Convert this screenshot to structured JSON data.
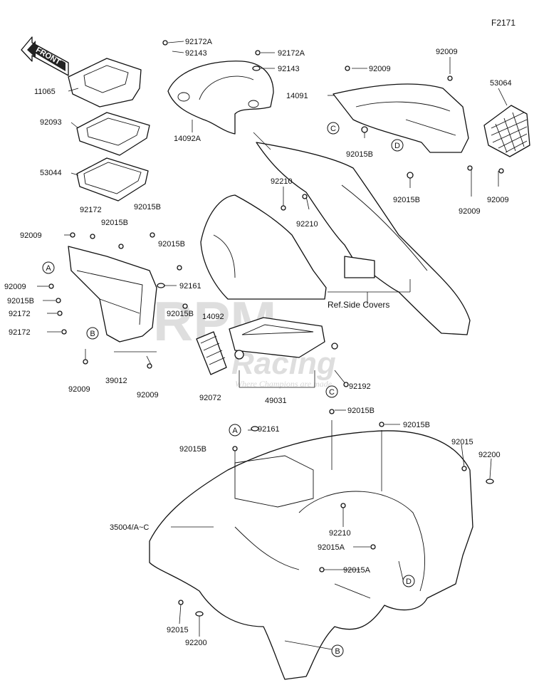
{
  "diagram_code": "F2171",
  "front_label": "FRONT",
  "ref_note": "Ref.Side Covers",
  "watermark": {
    "line1": "RPM",
    "line2": "Racing",
    "tagline": "Where Champions are made"
  },
  "callouts": {
    "a": "A",
    "b": "B",
    "c": "C",
    "d": "D"
  },
  "parts": {
    "p11065": "11065",
    "p92093": "92093",
    "p53044": "53044",
    "p92172A_1": "92172A",
    "p92143_1": "92143",
    "p92172A_2": "92172A",
    "p92143_2": "92143",
    "p14092A": "14092A",
    "p92009_top1": "92009",
    "p92009_top2": "92009",
    "p14091": "14091",
    "p53064": "53064",
    "p92015B_c": "92015B",
    "p92015B_d": "92015B",
    "p92009_d1": "92009",
    "p92009_d2": "92009",
    "p92210_1": "92210",
    "p92210_2": "92210",
    "p92172_1": "92172",
    "p92015B_1": "92015B",
    "p92015B_2": "92015B",
    "p92009_l1": "92009",
    "p92015B_3": "92015B",
    "p92161_1": "92161",
    "p92009_l2": "92009",
    "p92015B_4": "92015B",
    "p92172_2": "92172",
    "p92172_3": "92172",
    "p14092": "14092",
    "p92015B_5": "92015B",
    "p92009_b1": "92009",
    "p39012": "39012",
    "p92009_b2": "92009",
    "p92072": "92072",
    "p49031": "49031",
    "p92192": "92192",
    "p92015B_6": "92015B",
    "p92015B_7": "92015B",
    "p92161_2": "92161",
    "p92015B_8": "92015B",
    "p92015": "92015",
    "p92200": "92200",
    "p35004": "35004/A~C",
    "p92210_3": "92210",
    "p92015A_1": "92015A",
    "p92015A_2": "92015A",
    "p92015_b": "92015",
    "p92200_b": "92200"
  }
}
